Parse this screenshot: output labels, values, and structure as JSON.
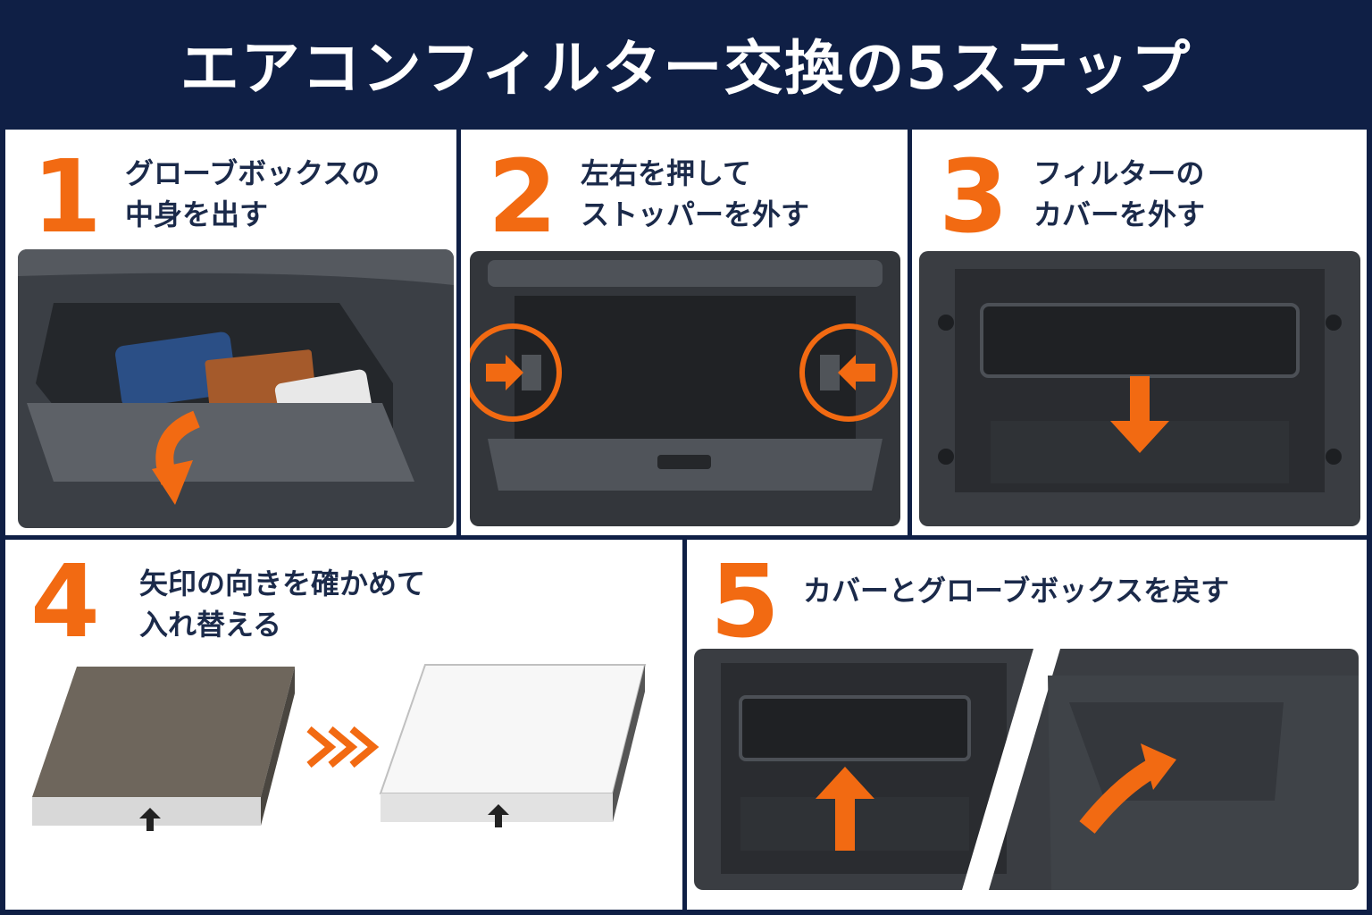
{
  "title": "エアコンフィルター交換の5ステップ",
  "colors": {
    "navy": "#0f1f45",
    "accent": "#f26a12",
    "panel_bg": "#ffffff",
    "text": "#1b2a4a"
  },
  "steps": [
    {
      "number": "1",
      "caption_lines": [
        "グローブボックスの",
        "中身を出す"
      ],
      "illustration": "glovebox-items-icon"
    },
    {
      "number": "2",
      "caption_lines": [
        "左右を押して",
        "ストッパーを外す"
      ],
      "illustration": "stopper-press-icon"
    },
    {
      "number": "3",
      "caption_lines": [
        "フィルターの",
        "カバーを外す"
      ],
      "illustration": "filter-cover-down-icon"
    },
    {
      "number": "4",
      "caption_lines": [
        "矢印の向きを確かめて",
        "入れ替える"
      ],
      "illustration": "filter-swap-icon"
    },
    {
      "number": "5",
      "caption_lines": [
        "カバーとグローブボックスを戻す"
      ],
      "illustration": "reinstall-icon"
    }
  ]
}
